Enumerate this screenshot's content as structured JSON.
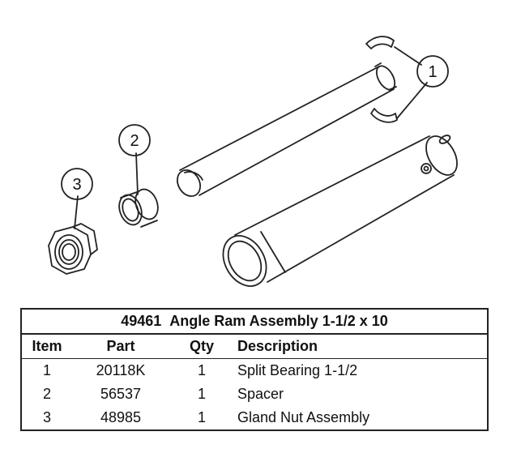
{
  "title": {
    "number": "49461",
    "name": "Angle Ram Assembly 1-1/2 x 10"
  },
  "columns": {
    "item": "Item",
    "part": "Part",
    "qty": "Qty",
    "description": "Description"
  },
  "rows": [
    {
      "item": "1",
      "part": "20118K",
      "qty": "1",
      "description": "Split Bearing 1-1/2"
    },
    {
      "item": "2",
      "part": "56537",
      "qty": "1",
      "description": "Spacer"
    },
    {
      "item": "3",
      "part": "48985",
      "qty": "1",
      "description": "Gland Nut Assembly"
    }
  ],
  "callouts": {
    "one": "1",
    "two": "2",
    "three": "3"
  }
}
